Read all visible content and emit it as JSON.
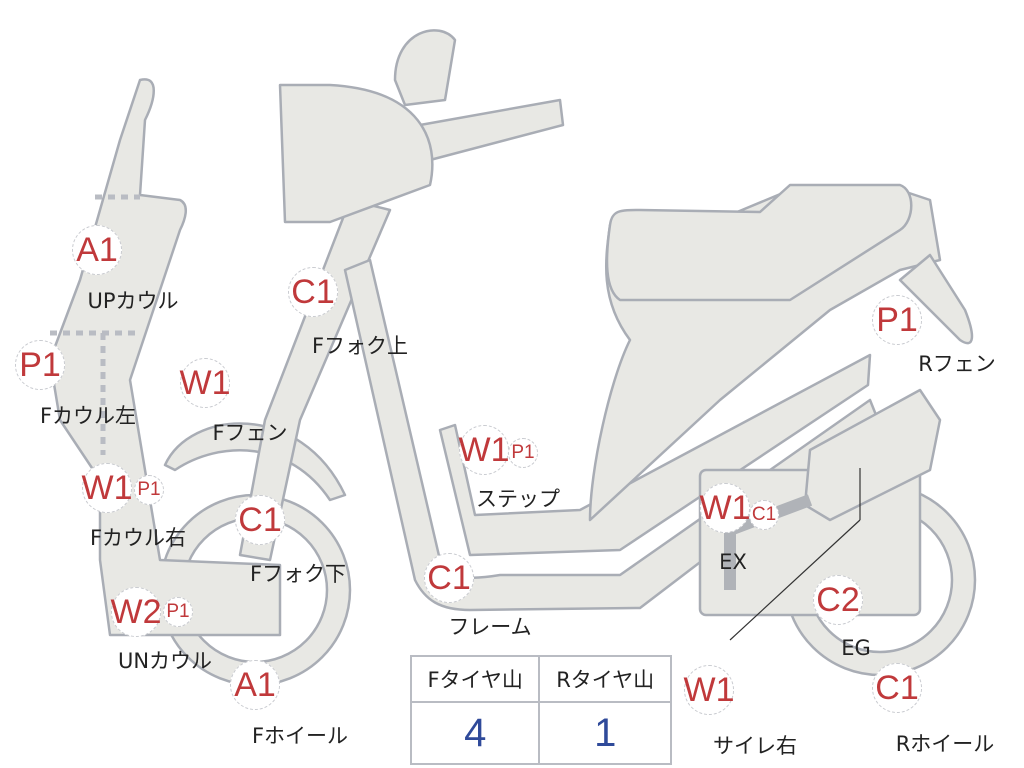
{
  "colors": {
    "body_fill": "#e8e8e4",
    "outline": "#a9adb5",
    "grade_red": "#c0393b",
    "value_blue": "#2f4a9a"
  },
  "markers": [
    {
      "grades": [
        "A1"
      ],
      "label": "UPカウル"
    },
    {
      "grades": [
        "P1"
      ],
      "label": "Fカウル左"
    },
    {
      "grades": [
        "W1"
      ],
      "label": "Fフェン"
    },
    {
      "grades": [
        "C1"
      ],
      "label": "Fフォク上"
    },
    {
      "grades": [
        "W1",
        "P1"
      ],
      "label": "Fカウル右"
    },
    {
      "grades": [
        "C1"
      ],
      "label": "Fフォク下"
    },
    {
      "grades": [
        "W2",
        "P1"
      ],
      "label": "UNカウル"
    },
    {
      "grades": [
        "A1"
      ],
      "label": "Fホイール"
    },
    {
      "grades": [
        "W1",
        "P1"
      ],
      "label": "ステップ"
    },
    {
      "grades": [
        "C1"
      ],
      "label": "フレーム"
    },
    {
      "grades": [
        "W1",
        "C1"
      ],
      "label": "EX"
    },
    {
      "grades": [
        "C2"
      ],
      "label": "EG"
    },
    {
      "grades": [
        "W1"
      ],
      "label": "サイレ右"
    },
    {
      "grades": [
        "C1"
      ],
      "label": "Rホイール"
    },
    {
      "grades": [
        "P1"
      ],
      "label": "Rフェン"
    }
  ],
  "tire_table": {
    "headers": [
      "Fタイヤ山",
      "Rタイヤ山"
    ],
    "values": [
      "4",
      "1"
    ]
  }
}
